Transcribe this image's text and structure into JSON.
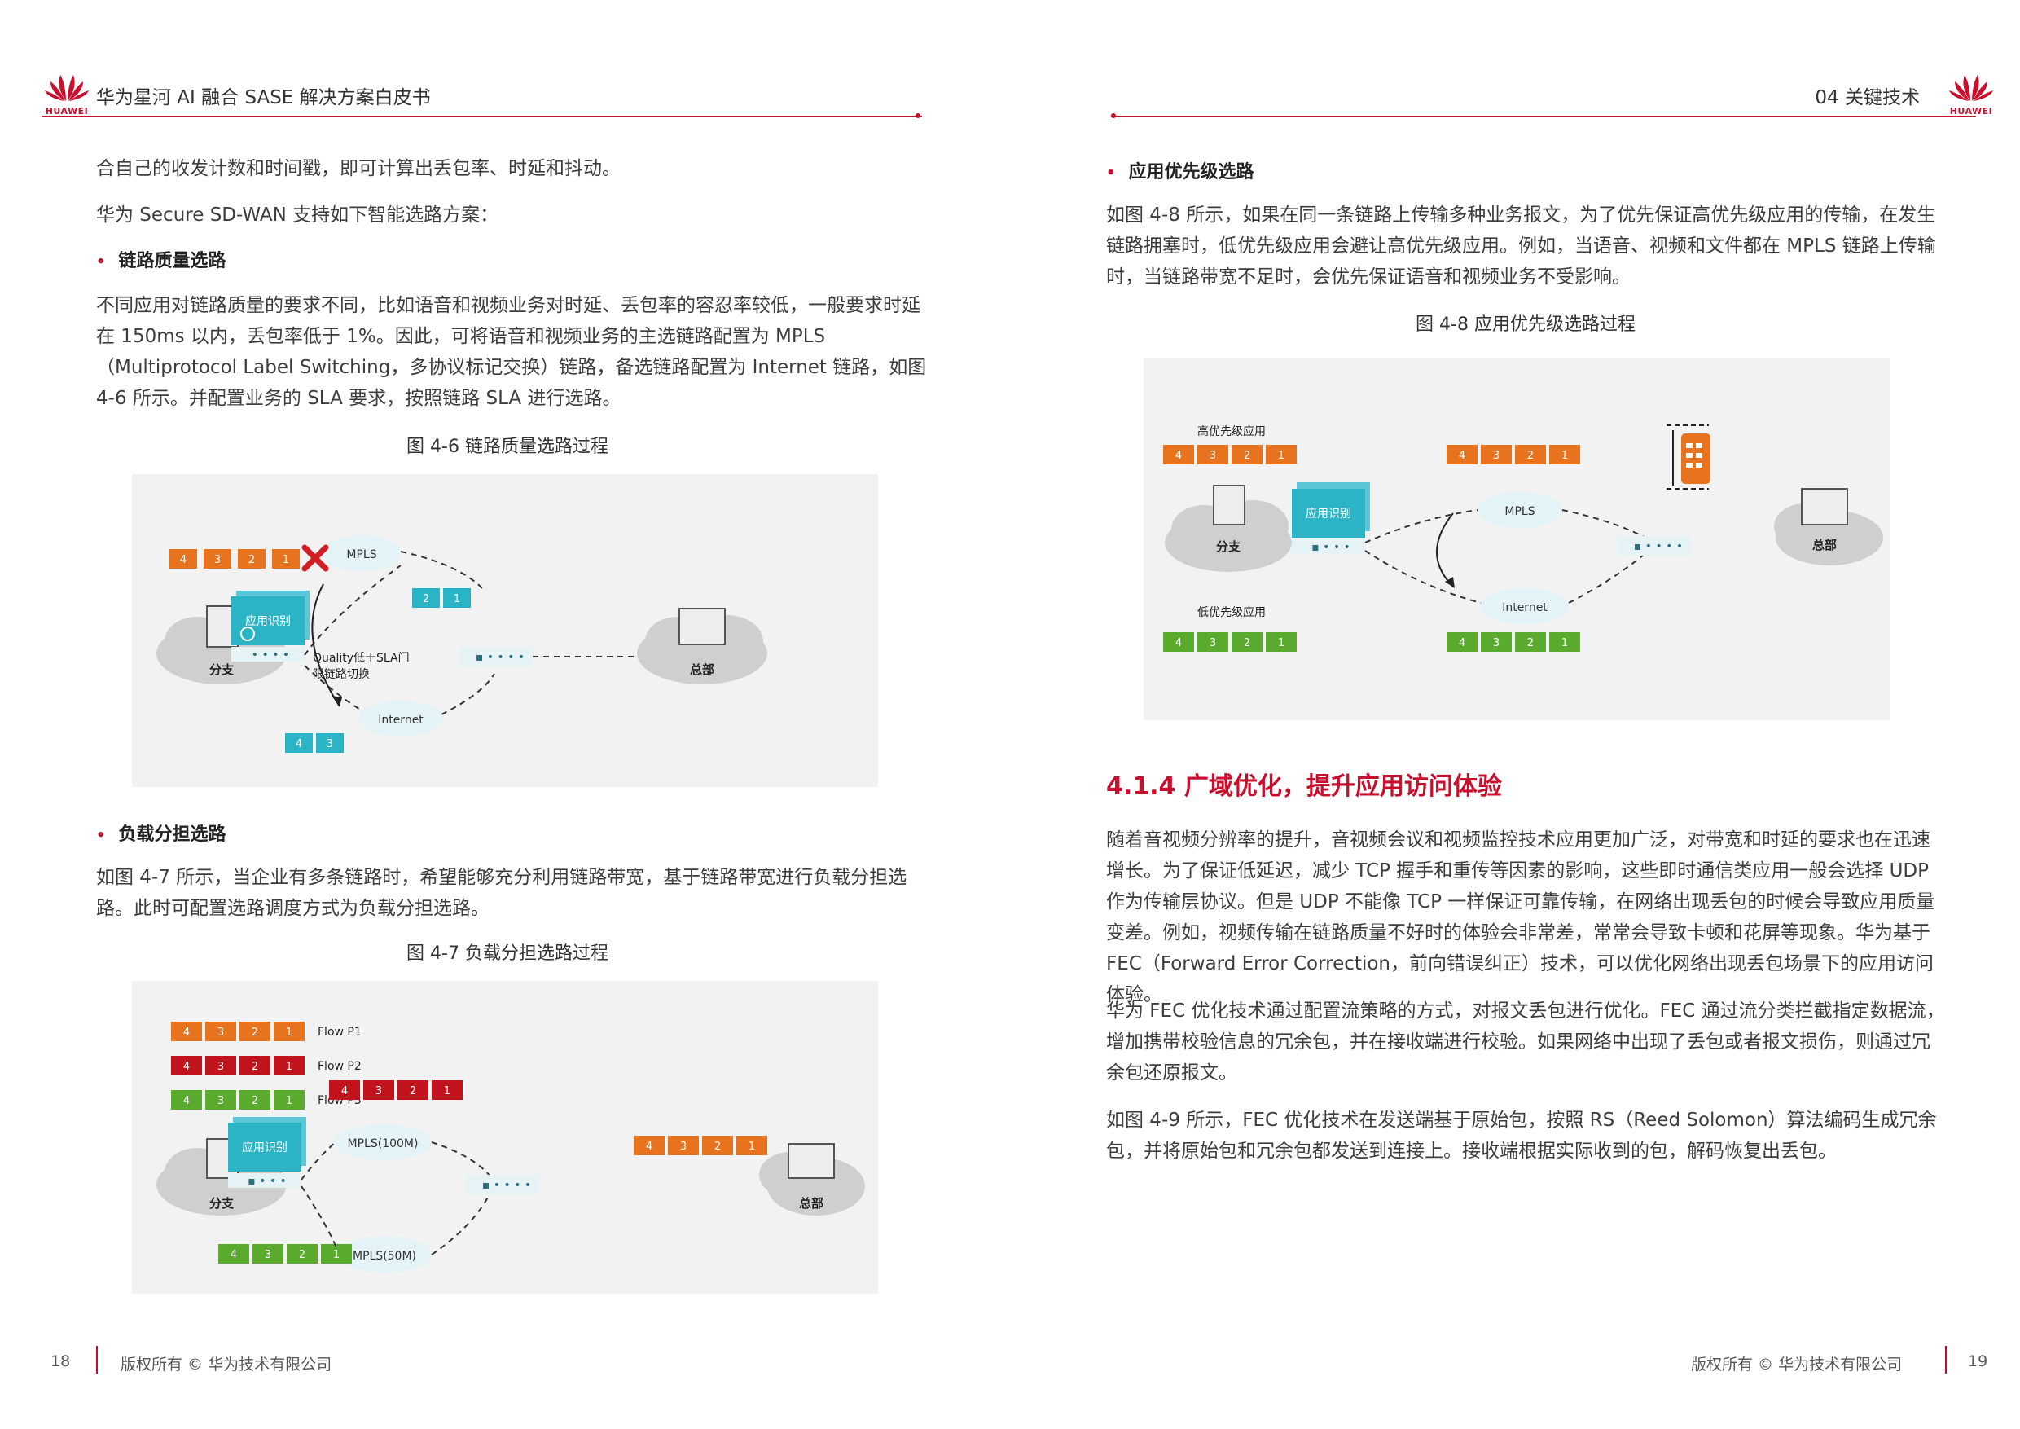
{
  "header": {
    "left_title": "华为星河 AI 融合 SASE 解决方案白皮书",
    "right_title": "04   关键技术",
    "logo_word": "HUAWEI"
  },
  "left": {
    "p1": "合自己的收发计数和时间戳，即可计算出丢包率、时延和抖动。",
    "p2": "华为 Secure SD-WAN 支持如下智能选路方案：",
    "bullet1": "链路质量选路",
    "p3": "不同应用对链路质量的要求不同，比如语音和视频业务对时延、丢包率的容忍率较低，一般要求时延在 150ms 以内，丢包率低于 1%。因此，可将语音和视频业务的主选链路配置为 MPLS（Multiprotocol Label Switching，多协议标记交换）链路，备选链路配置为 Internet 链路，如图 4-6 所示。并配置业务的 SLA 要求，按照链路 SLA 进行选路。",
    "cap1": "图 4-6 链路质量选路过程",
    "fig1": {
      "branch": "分支",
      "hq": "总部",
      "app_id": "应用识别",
      "mpls": "MPLS",
      "internet": "Internet",
      "note1": "Quality低于SLA门",
      "note2": "限链路切换",
      "pk": [
        "4",
        "3",
        "2",
        "1"
      ]
    },
    "bullet2": "负载分担选路",
    "p4": "如图 4-7 所示，当企业有多条链路时，希望能够充分利用链路带宽，基于链路带宽进行负载分担选路。此时可配置选路调度方式为负载分担选路。",
    "cap2": "图 4-7 负载分担选路过程",
    "fig2": {
      "branch": "分支",
      "hq": "总部",
      "app_id": "应用识别",
      "mpls100": "MPLS(100M)",
      "mpls50": "MPLS(50M)",
      "flow1": "Flow P1",
      "flow2": "Flow P2",
      "flow3": "Flow P3"
    },
    "page_num": "18",
    "copyright": "版权所有 © 华为技术有限公司"
  },
  "right": {
    "bullet3": "应用优先级选路",
    "p5": "如图 4-8 所示，如果在同一条链路上传输多种业务报文，为了优先保证高优先级应用的传输，在发生链路拥塞时，低优先级应用会避让高优先级应用。例如，当语音、视频和文件都在 MPLS 链路上传输时，当链路带宽不足时，会优先保证语音和视频业务不受影响。",
    "cap3": "图 4-8 应用优先级选路过程",
    "fig3": {
      "high": "高优先级应用",
      "low": "低优先级应用",
      "branch": "分支",
      "hq": "总部",
      "app_id": "应用识别",
      "mpls": "MPLS",
      "internet": "Internet"
    },
    "h2": "4.1.4 广域优化，提升应用访问体验",
    "p6": "随着音视频分辨率的提升，音视频会议和视频监控技术应用更加广泛，对带宽和时延的要求也在迅速增长。为了保证低延迟，减少 TCP 握手和重传等因素的影响，这些即时通信类应用一般会选择 UDP 作为传输层协议。但是 UDP 不能像 TCP 一样保证可靠传输，在网络出现丢包的时候会导致应用质量变差。例如，视频传输在链路质量不好时的体验会非常差，常常会导致卡顿和花屏等现象。华为基于 FEC（Forward Error Correction，前向错误纠正）技术，可以优化网络出现丢包场景下的应用访问体验。",
    "p7": "华为 FEC 优化技术通过配置流策略的方式，对报文丢包进行优化。FEC 通过流分类拦截指定数据流，增加携带校验信息的冗余包，并在接收端进行校验。如果网络中出现了丢包或者报文损伤，则通过冗余包还原报文。",
    "p8": "如图 4-9 所示，FEC 优化技术在发送端基于原始包，按照 RS（Reed Solomon）算法编码生成冗余包，并将原始包和冗余包都发送到连接上。接收端根据实际收到的包，解码恢复出丢包。",
    "page_num": "19",
    "copyright": "版权所有 © 华为技术有限公司"
  },
  "colors": {
    "orange": "#e8731e",
    "red": "#c0131c",
    "green": "#5aaa2e",
    "teal": "#2bb3c6",
    "brand": "#c8102e"
  }
}
